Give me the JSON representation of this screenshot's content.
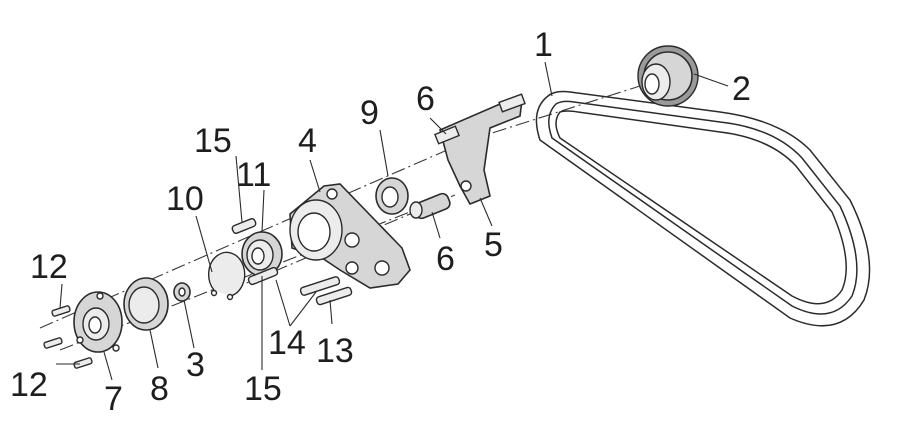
{
  "callouts": {
    "belt": "1",
    "sprocket": "2",
    "washer_small": "3",
    "bracket": "4",
    "tensioner_arm": "5",
    "pin_upper": "6",
    "pin_lower": "6",
    "cover_plate": "7",
    "seal_ring": "8",
    "spacer_washer": "9",
    "circlip": "10",
    "bearing": "11",
    "screw_top": "12",
    "screw_bottom": "12",
    "bolt_long": "13",
    "bolts_pair": "14",
    "pin_top": "15",
    "pin_bottom": "15"
  }
}
